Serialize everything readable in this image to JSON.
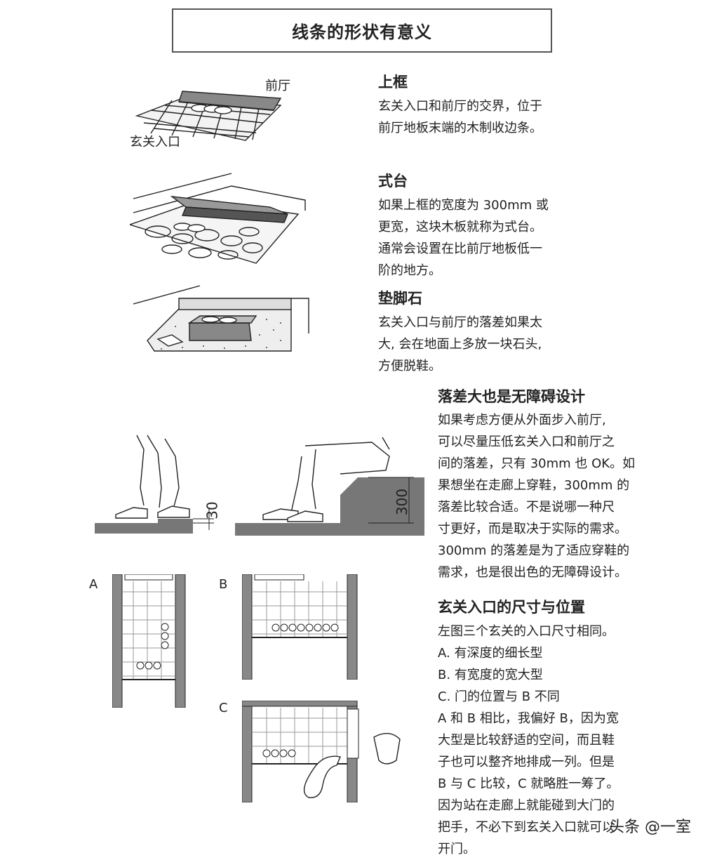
{
  "title": "线条的形状有意义",
  "fig_labels": {
    "hall": "前厅",
    "entrance": "玄关入口",
    "dim_30": "30",
    "dim_300": "300",
    "plan_a": "A",
    "plan_b": "B",
    "plan_c": "C"
  },
  "sections": {
    "s1": {
      "heading": "上框",
      "lines": [
        "玄关入口和前厅的交界，位于",
        "前厅地板末端的木制收边条。"
      ]
    },
    "s2": {
      "heading": "式台",
      "lines": [
        "如果上框的宽度为 300mm 或",
        "更宽，这块木板就称为式台。",
        "通常会设置在比前厅地板低一",
        "阶的地方。"
      ]
    },
    "s3": {
      "heading": "垫脚石",
      "lines": [
        "玄关入口与前厅的落差如果太",
        "大, 会在地面上多放一块石头,",
        "方便脱鞋。"
      ]
    },
    "s4": {
      "heading": "落差大也是无障碍设计",
      "lines": [
        "如果考虑方便从外面步入前厅,",
        "可以尽量压低玄关入口和前厅之",
        "间的落差，只有 30mm 也 OK。如",
        "果想坐在走廊上穿鞋，300mm 的",
        "落差比较合适。不是说哪一种尺",
        "寸更好，而是取决于实际的需求。",
        "300mm 的落差是为了适应穿鞋的",
        "需求，也是很出色的无障碍设计。"
      ]
    },
    "s5": {
      "heading": "玄关入口的尺寸与位置",
      "lines": [
        "左图三个玄关的入口尺寸相同。",
        "A. 有深度的细长型",
        "B. 有宽度的宽大型",
        "C. 门的位置与 B 不同",
        "A 和 B 相比，我偏好 B，因为宽",
        "大型是比较舒适的空间，而且鞋",
        "子也可以整齐地排成一列。但是",
        "B 与 C 比较，C 就略胜一筹了。",
        "因为站在走廊上就能碰到大门的",
        "把手，不必下到玄关入口就可以",
        "开门。"
      ]
    }
  },
  "watermark": "头条 @一室"
}
